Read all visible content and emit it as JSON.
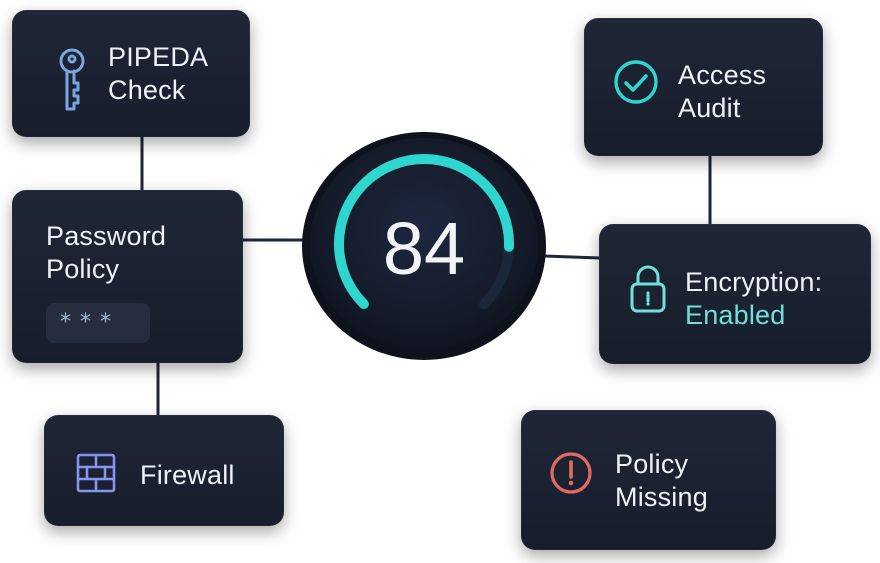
{
  "score": {
    "value": "84",
    "progress_percent": 84
  },
  "cards": {
    "pipeda": {
      "line1": "PIPEDA",
      "line2": "Check",
      "icon": "key-icon"
    },
    "password": {
      "line1": "Password",
      "line2": "Policy",
      "mask": "***",
      "icon": "none"
    },
    "firewall": {
      "label": "Firewall",
      "icon": "firewall-brick-icon"
    },
    "access": {
      "line1": "Access",
      "line2": "Audit",
      "icon": "check-circle-icon"
    },
    "encryption": {
      "line1": "Encryption:",
      "line2": "Enabled",
      "icon": "padlock-icon"
    },
    "policy_missing": {
      "line1": "Policy",
      "line2": "Missing",
      "icon": "warning-circle-icon"
    }
  },
  "colors": {
    "card_bg": "#1b2131",
    "text": "#eef2f6",
    "accent_teal": "#2fd6d0",
    "key_blue": "#7aa6e0",
    "firewall_purple": "#8a93f0",
    "warning_red": "#e26a5f",
    "connector": "#1e2638"
  }
}
